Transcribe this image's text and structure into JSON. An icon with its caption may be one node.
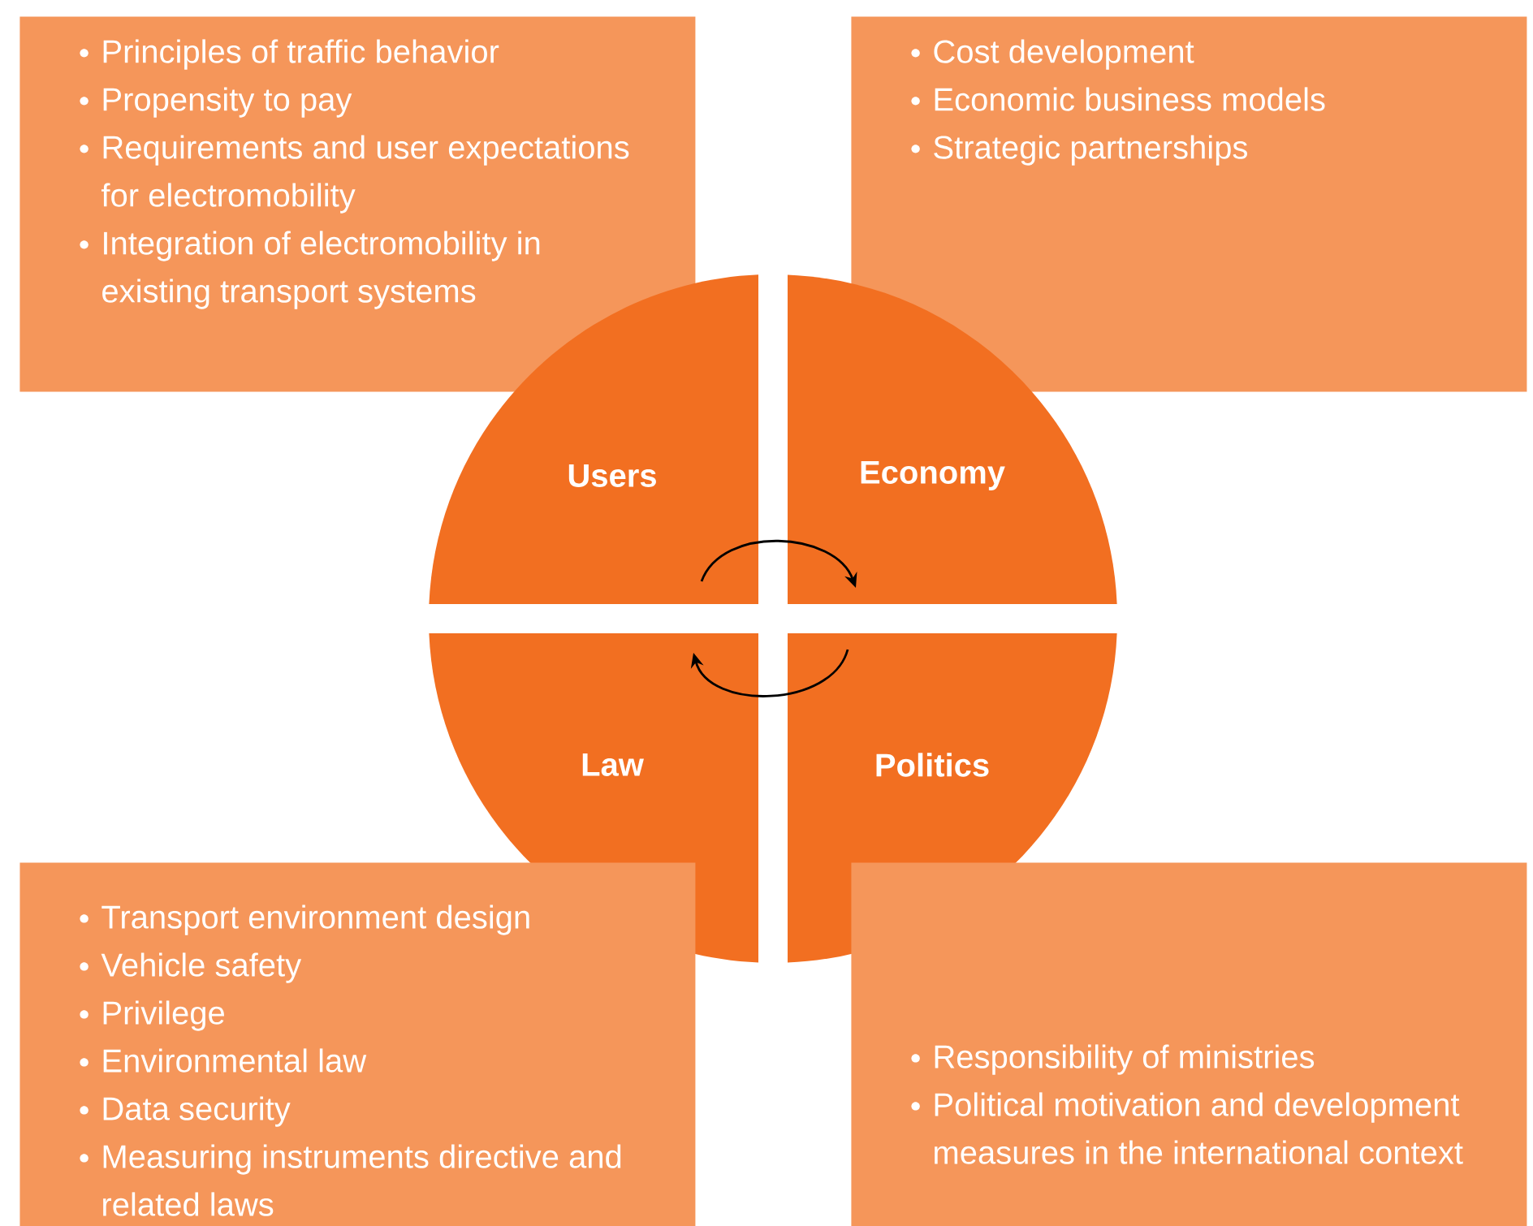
{
  "diagram": {
    "nodes": [
      {
        "text": [
          "Principles of traffic behavior",
          "Propensity to pay",
          "Requirements and user expectations for electromobility",
          "Integration of electromobility in existing transport systems"
        ]
      },
      {
        "text": [
          "Cost development",
          "Economic business models",
          "Strategic partnerships"
        ]
      },
      {
        "text": [
          "Users"
        ]
      },
      {
        "text": [
          "Economy"
        ]
      },
      {
        "text": [
          "Law"
        ]
      },
      {
        "text": [
          "Politics"
        ]
      },
      {
        "text": [
          "Transport environment design",
          "Vehicle safety",
          "Privilege",
          "Environmental law",
          "Data security",
          "Measuring instruments directive and related laws"
        ]
      },
      {
        "text": [
          "Responsibility of ministries",
          "Political motivation and development measures in the international context"
        ]
      }
    ],
    "edges": [
      {
        "from": 2,
        "to": 3,
        "arrow": "to"
      },
      {
        "from": 5,
        "to": 4,
        "arrow": "to"
      }
    ]
  }
}
